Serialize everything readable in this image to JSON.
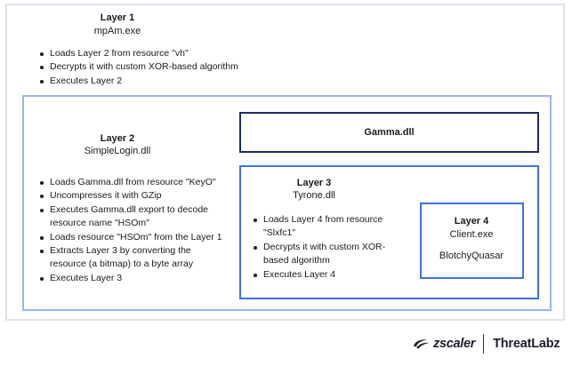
{
  "layer1": {
    "title": "Layer 1",
    "file": "mpAm.exe",
    "steps": [
      "Loads Layer 2 from resource \"vh\"",
      "Decrypts it with custom XOR-based algorithm",
      "Executes Layer 2"
    ]
  },
  "layer2": {
    "title": "Layer 2",
    "file": "SimpleLogin.dll",
    "steps": [
      "Loads Gamma.dll from resource \"KeyO\"",
      "Uncompresses it with GZip",
      "Executes Gamma.dll export to decode",
      "resource name \"HSOm\"",
      "Loads resource \"HSOm\" from the Layer 1",
      "Extracts Layer 3 by converting the",
      "resource (a bitmap) to a byte array",
      "Executes Layer 3"
    ]
  },
  "gamma": {
    "title": "Gamma.dll"
  },
  "layer3": {
    "title": "Layer 3",
    "file": "Tyrone.dll",
    "steps": [
      "Loads Layer 4 from resource",
      "\"Slxfc1\"",
      "Decrypts it with custom XOR-",
      "based algorithm",
      "Executes Layer 4"
    ]
  },
  "layer4": {
    "title": "Layer 4",
    "file": "Client.exe",
    "family": "BlotchyQuasar"
  },
  "footer": {
    "brand": "zscaler",
    "product": "ThreatLabz"
  },
  "colors": {
    "outer_border": "#dde3ee",
    "layer2_border": "#9ab6ec",
    "gamma_border": "#1e2a66",
    "inner_border": "#3f6fe3",
    "text": "#1a1a1a"
  }
}
